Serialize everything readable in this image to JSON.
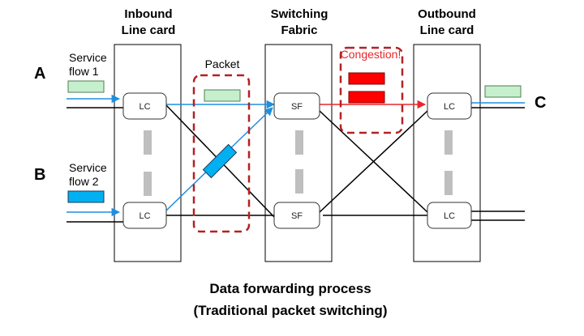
{
  "headers": {
    "inbound_line1": "Inbound",
    "inbound_line2": "Line card",
    "switching_line1": "Switching",
    "switching_line2": "Fabric",
    "outbound_line1": "Outbound",
    "outbound_line2": "Line card"
  },
  "ports": {
    "a": "A",
    "b": "B",
    "c": "C"
  },
  "flows": {
    "flow1_line1": "Service",
    "flow1_line2": "flow 1",
    "flow2_line1": "Service",
    "flow2_line2": "flow 2"
  },
  "annotations": {
    "packet": "Packet",
    "congestion": "Congestion!"
  },
  "nodes": {
    "lc": "LC",
    "sf": "SF"
  },
  "caption": {
    "line1": "Data forwarding process",
    "line2": "(Traditional packet switching)"
  },
  "colors": {
    "blue": "#1e8fe0",
    "red": "#e8262a",
    "dark_red": "#b22222",
    "green_fill": "#c6efce",
    "green_stroke": "#4f7f4f",
    "blue_fill": "#00b0f0",
    "red_fill": "#ff0000",
    "gray_bar": "#bfbfbf"
  }
}
